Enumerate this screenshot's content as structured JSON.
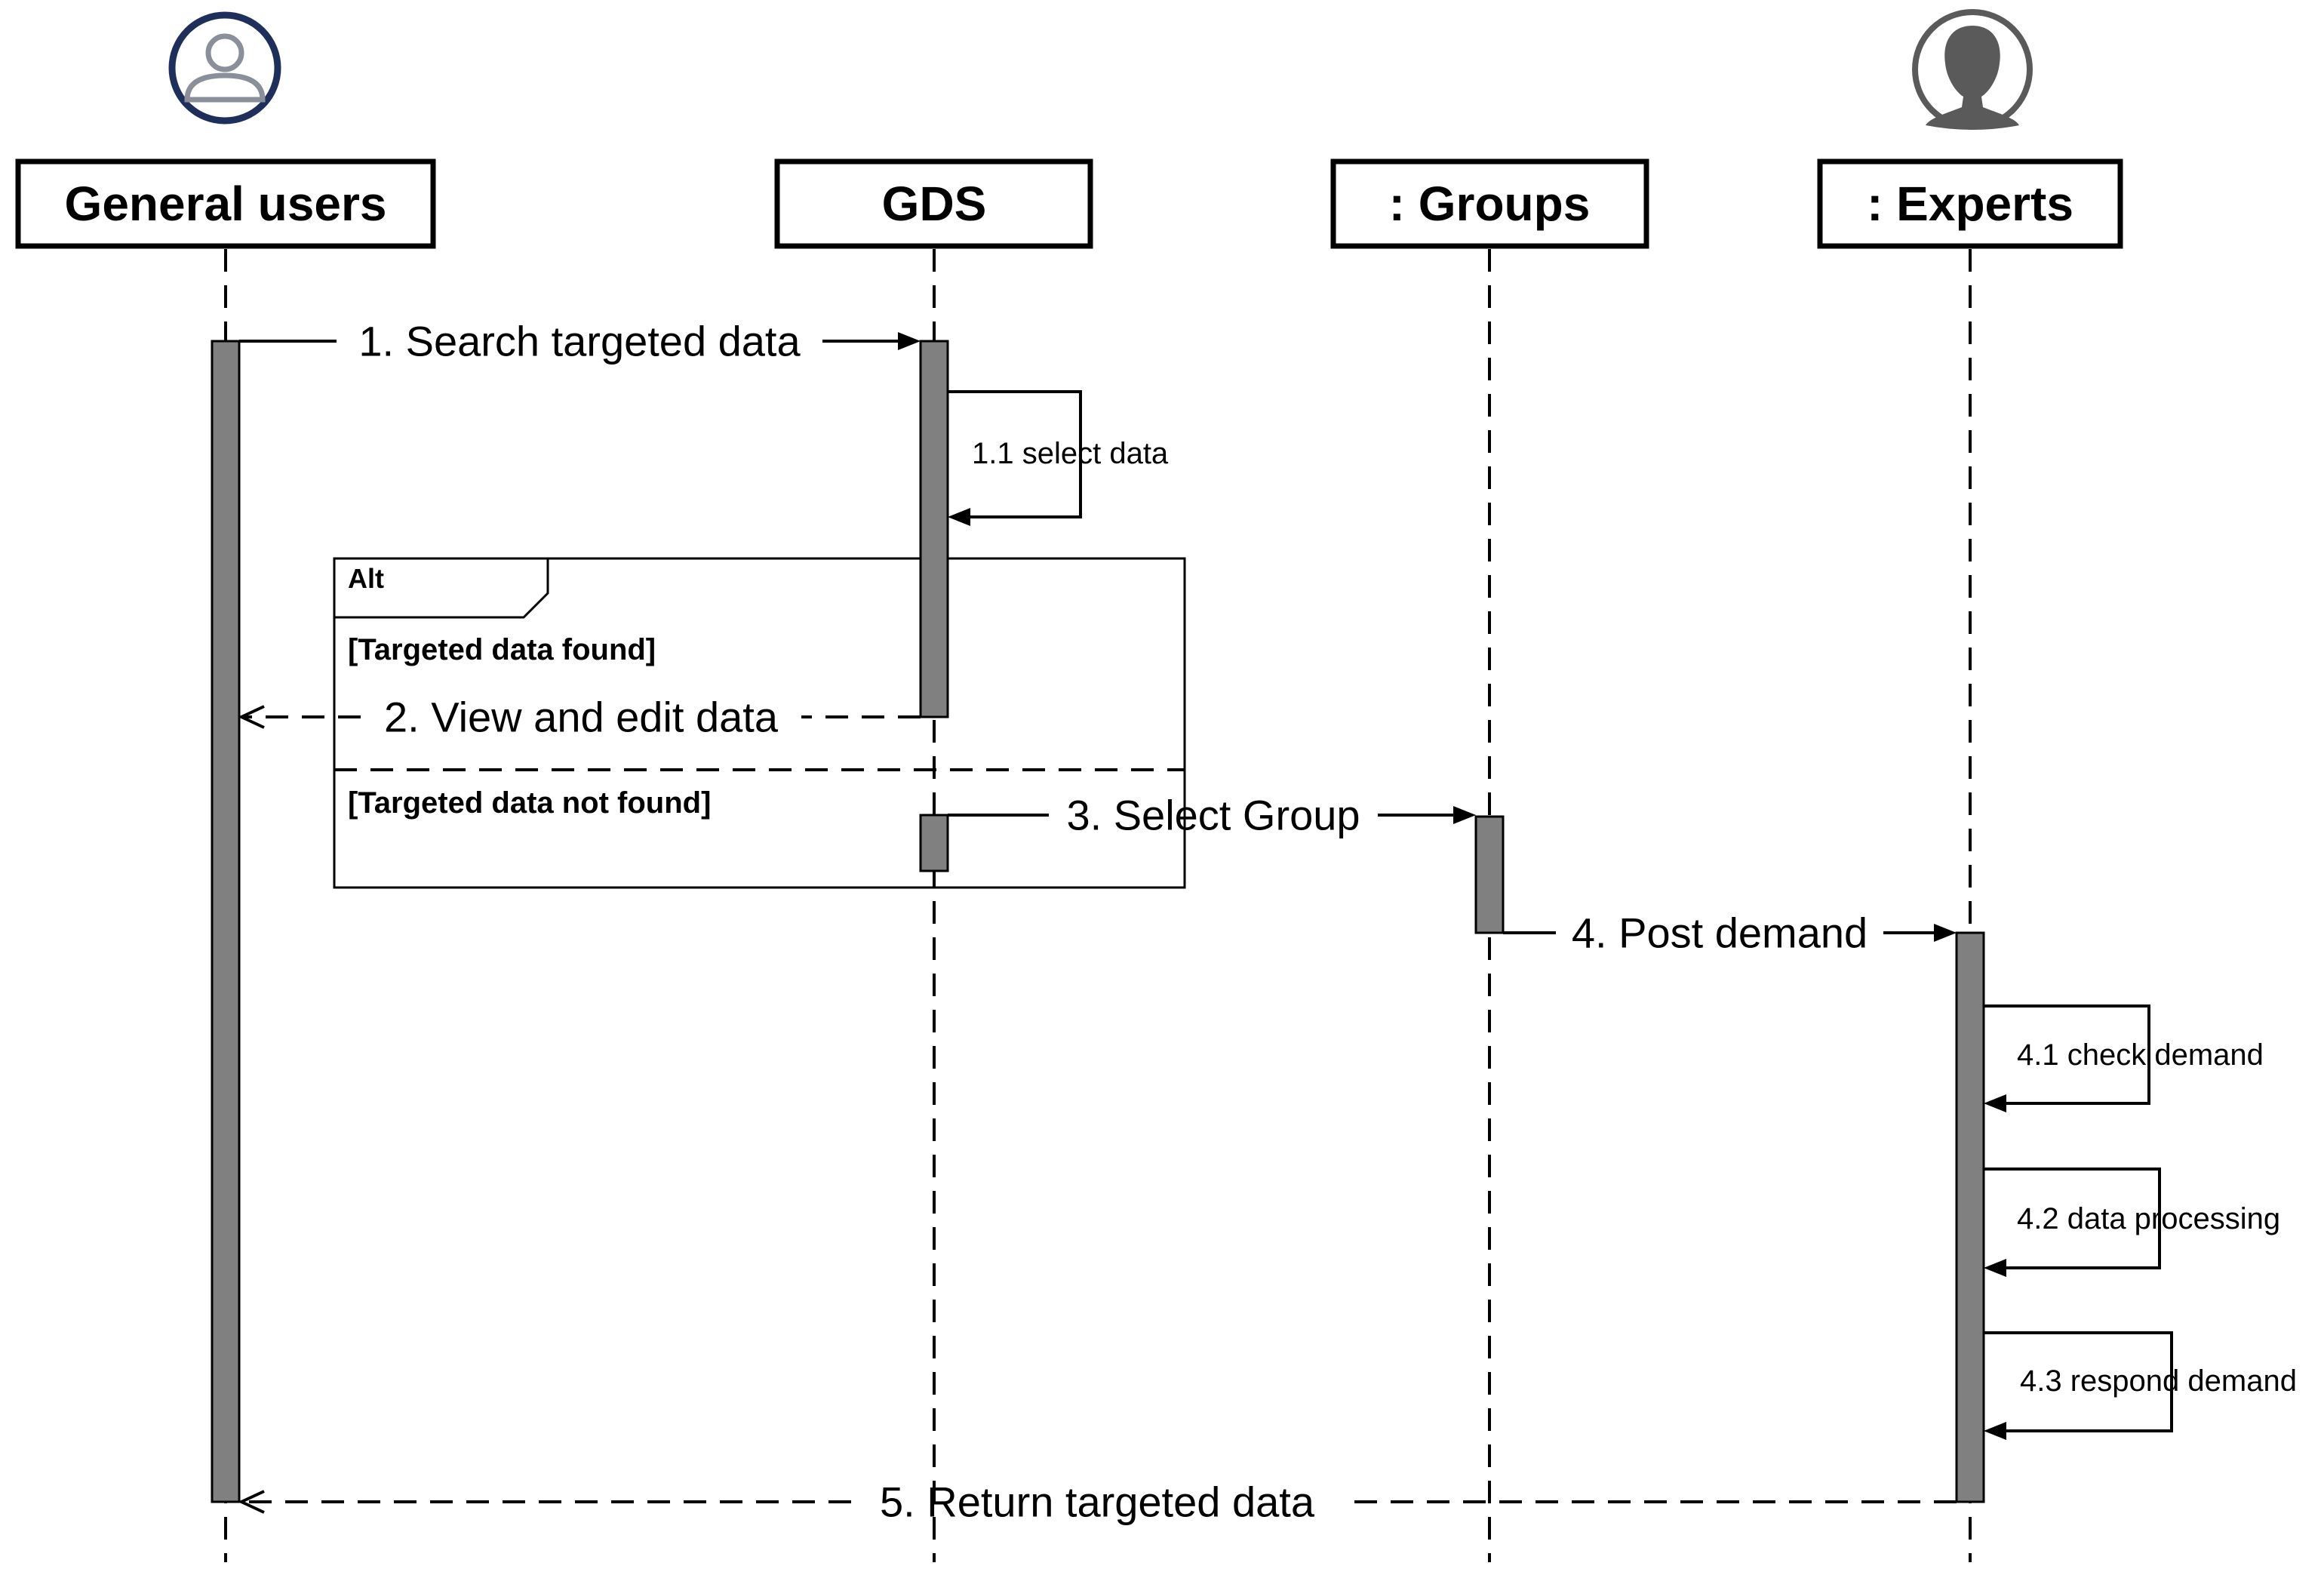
{
  "participants": {
    "general_users": "General users",
    "gds": "GDS",
    "groups": ": Groups",
    "experts": ": Experts"
  },
  "messages": {
    "m1": "1. Search targeted data",
    "m1_1": "1.1 select data",
    "m2": "2. View and edit data",
    "m3": "3. Select Group",
    "m4": "4. Post demand",
    "m4_1": "4.1 check demand",
    "m4_2": "4.2 data processing",
    "m4_3": "4.3 respond demand",
    "m5": "5. Return targeted data"
  },
  "alt_frame": {
    "operator": "Alt",
    "guard_found": "[Targeted data found]",
    "guard_not_found": "[Targeted data not found]"
  },
  "icons": {
    "user": "user-circle-icon",
    "expert": "expert-silhouette-icon"
  },
  "colors": {
    "activation": "#808080",
    "user_icon": "#1f2f5c",
    "expert_icon": "#5a5a5a"
  }
}
